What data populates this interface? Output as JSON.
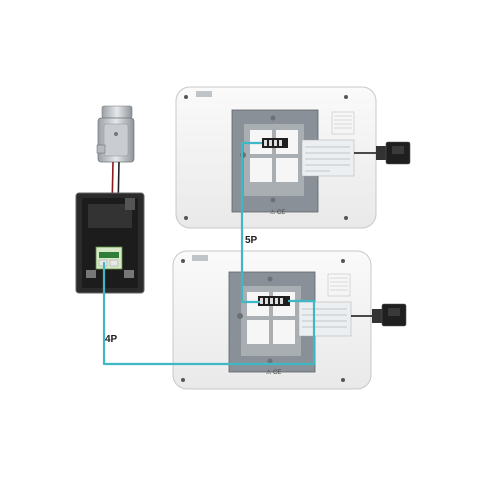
{
  "diagram": {
    "labels": {
      "outdoor_to_monitor": "4P",
      "monitor_to_monitor": "5P"
    },
    "components": {
      "electric_lock": "electric-lock",
      "outdoor_station": "outdoor-camera-unit",
      "monitor_top": "indoor-monitor",
      "monitor_bottom": "indoor-monitor",
      "power_adapter_top": "power-adapter",
      "power_adapter_bottom": "power-adapter"
    },
    "compliance_mark": "⚠ CE",
    "colors": {
      "wire": "#3fb7c4",
      "monitor_body": "#f2f2f2",
      "bracket": "#8a9097",
      "outdoor_panel": "#1c1c1c",
      "lock_wire": "#8b1a1a"
    }
  }
}
